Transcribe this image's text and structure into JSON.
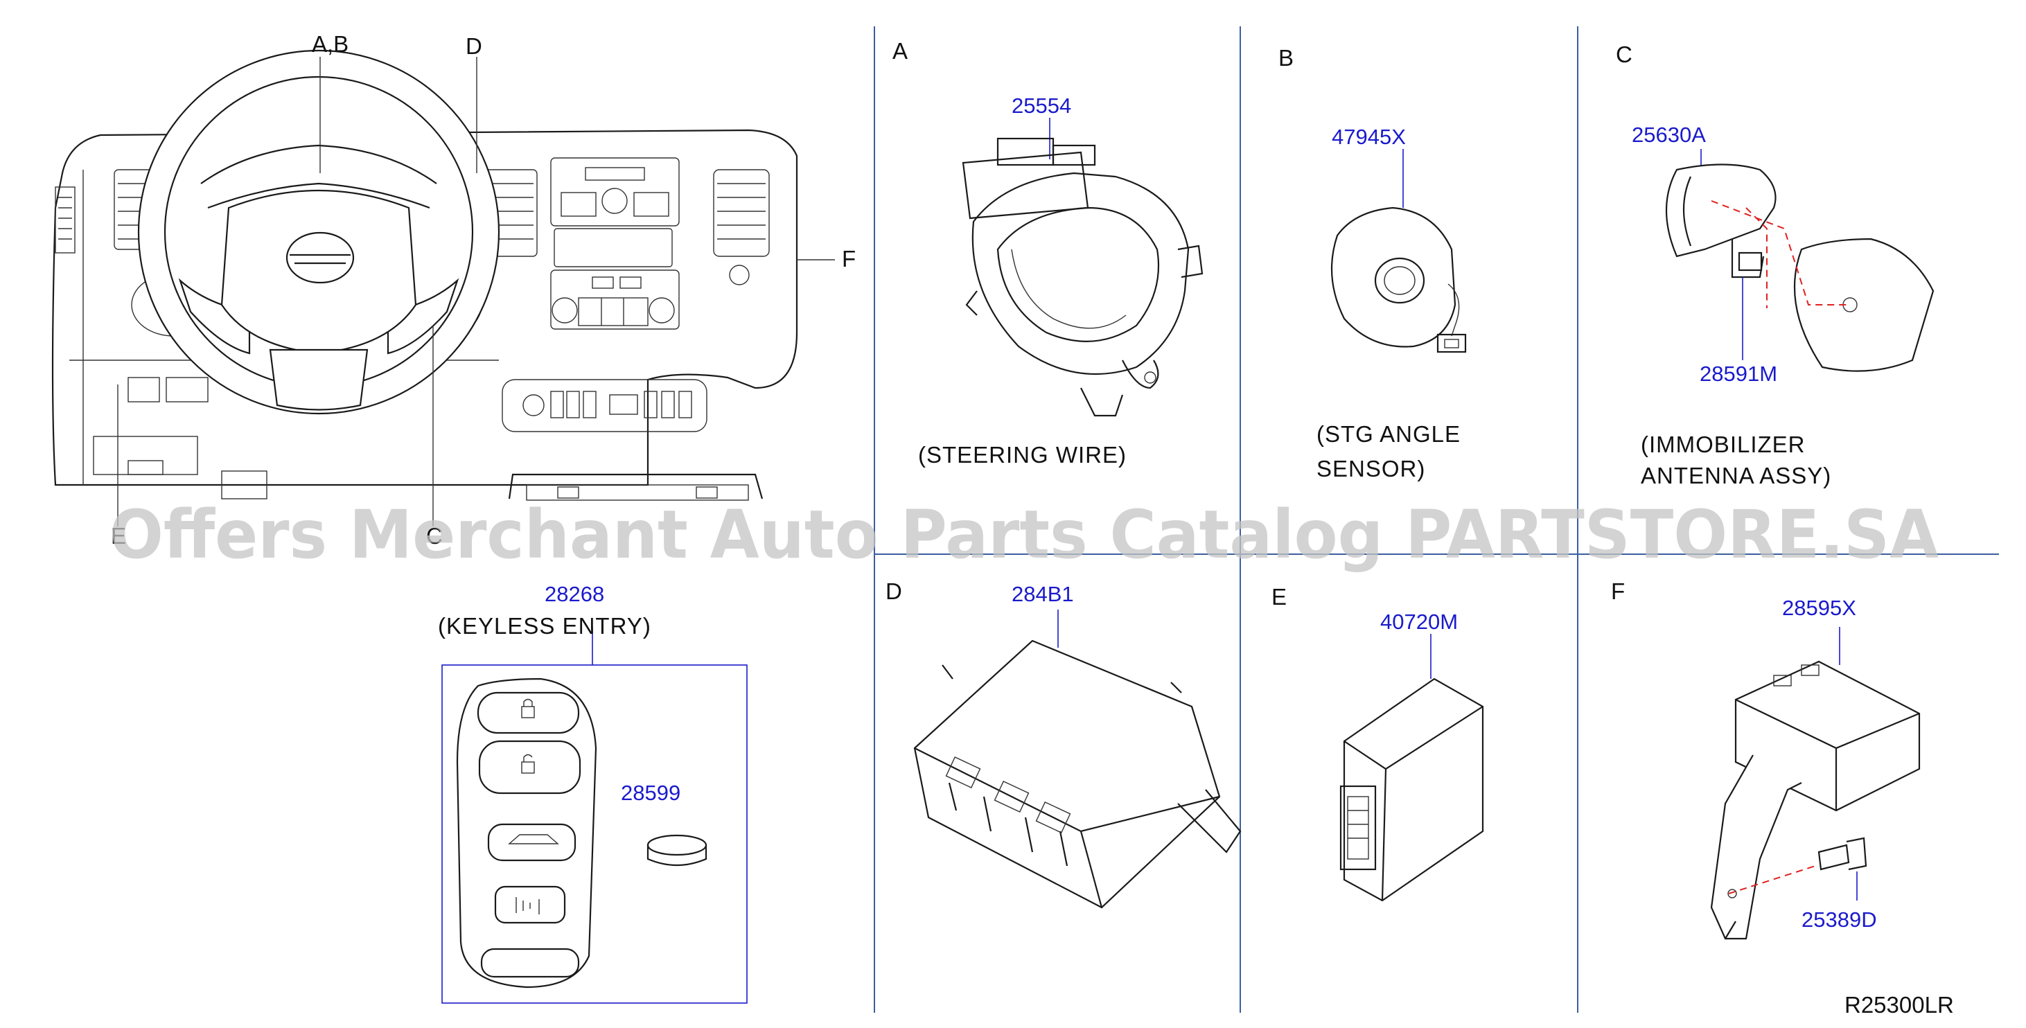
{
  "callouts": {
    "ab": "A,B",
    "d": "D",
    "f": "F",
    "c": "C",
    "e": "E"
  },
  "panels": {
    "a": {
      "letter": "A",
      "part": "25554",
      "caption": "(STEERING  WIRE)"
    },
    "b": {
      "letter": "B",
      "part": "47945X",
      "caption_line1": "(STG  ANGLE",
      "caption_line2": "SENSOR)"
    },
    "c": {
      "letter": "C",
      "part_top": "25630A",
      "part_bottom": "28591M",
      "caption_line1": "(IMMOBILIZER",
      "caption_line2": "ANTENNA  ASSY)"
    },
    "d": {
      "letter": "D",
      "part": "284B1"
    },
    "e": {
      "letter": "E",
      "part": "40720M"
    },
    "f": {
      "letter": "F",
      "part_top": "28595X",
      "part_bolt": "25389D"
    }
  },
  "keyless": {
    "part": "28268",
    "caption": "(KEYLESS  ENTRY)",
    "battery_part": "28599"
  },
  "diagram_code": "R25300LR",
  "watermark": "Offers Merchant Auto Parts Catalog PARTSTORE.SA",
  "colors": {
    "part_number": "#1a1acc",
    "divider": "#3a5fa0",
    "dashed_guide": "#e02020"
  }
}
